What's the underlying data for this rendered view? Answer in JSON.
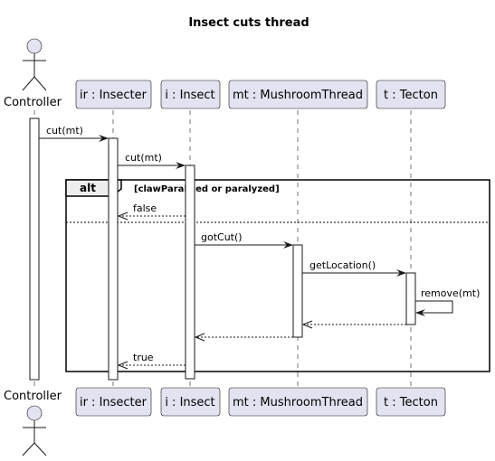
{
  "diagram": {
    "title": "Insect cuts thread",
    "participants": [
      {
        "id": "controller",
        "label": "Controller"
      },
      {
        "id": "ir",
        "label": "ir : Insecter"
      },
      {
        "id": "i",
        "label": "i : Insect"
      },
      {
        "id": "mt",
        "label": "mt : MushroomThread"
      },
      {
        "id": "t",
        "label": "t : Tecton"
      }
    ],
    "alt": {
      "keyword": "alt",
      "guard": "[clawParalized or paralyzed]"
    },
    "messages": [
      {
        "from": "controller",
        "to": "ir",
        "label": "cut(mt)",
        "kind": "sync"
      },
      {
        "from": "ir",
        "to": "i",
        "label": "cut(mt)",
        "kind": "sync"
      },
      {
        "from": "i",
        "to": "ir",
        "label": "false",
        "kind": "return"
      },
      {
        "from": "i",
        "to": "mt",
        "label": "gotCut()",
        "kind": "sync"
      },
      {
        "from": "mt",
        "to": "t",
        "label": "getLocation()",
        "kind": "sync"
      },
      {
        "from": "t",
        "to": "t",
        "label": "remove(mt)",
        "kind": "self"
      },
      {
        "from": "t",
        "to": "mt",
        "label": "",
        "kind": "return"
      },
      {
        "from": "mt",
        "to": "i",
        "label": "",
        "kind": "return"
      },
      {
        "from": "i",
        "to": "ir",
        "label": "true",
        "kind": "return"
      }
    ],
    "colors": {
      "participant_fill": "#E2E2F0",
      "line": "#181818"
    }
  }
}
